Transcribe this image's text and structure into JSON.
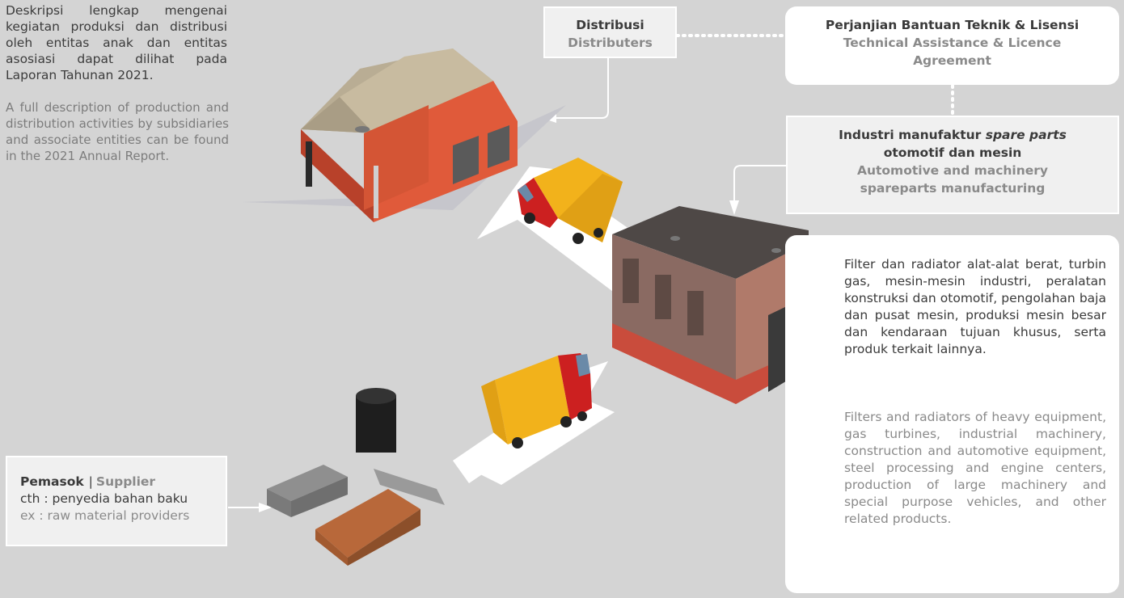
{
  "intro": {
    "id": "Deskripsi lengkap mengenai kegiatan produksi dan distribusi oleh entitas anak dan entitas asosiasi dapat dilihat pada Laporan Tahunan 2021.",
    "en": "A full description of production and distribution activities by subsidiaries and associate entities can be found in the 2021 Annual Report."
  },
  "distribution": {
    "id": "Distribusi",
    "en": "Distributers"
  },
  "agreement": {
    "id": "Perjanjian Bantuan Teknik & Lisensi",
    "en": "Technical Assistance & Licence Agreement"
  },
  "manufacturing": {
    "id_prefix": "Industri manufaktur ",
    "id_italic": "spare parts",
    "id_suffix": "otomotif dan mesin",
    "en": "Automotive and machinery spareparts manufacturing"
  },
  "products": {
    "id": "Filter dan radiator alat-alat berat, turbin gas, mesin-mesin industri, peralatan konstruksi dan otomotif, pengolahan baja dan pusat mesin, produksi mesin besar dan kendaraan tujuan khusus, serta produk terkait lainnya.",
    "en": "Filters and radiators of heavy equipment, gas turbines, industrial machinery, construction and automotive equipment, steel processing and engine centers, production of large machinery and special purpose vehicles, and other related products."
  },
  "supplier": {
    "name_id": "Pemasok",
    "separator": "|",
    "name_en": "Supplier",
    "example_id": "cth : penyedia bahan baku",
    "example_en": "ex : raw material providers"
  }
}
